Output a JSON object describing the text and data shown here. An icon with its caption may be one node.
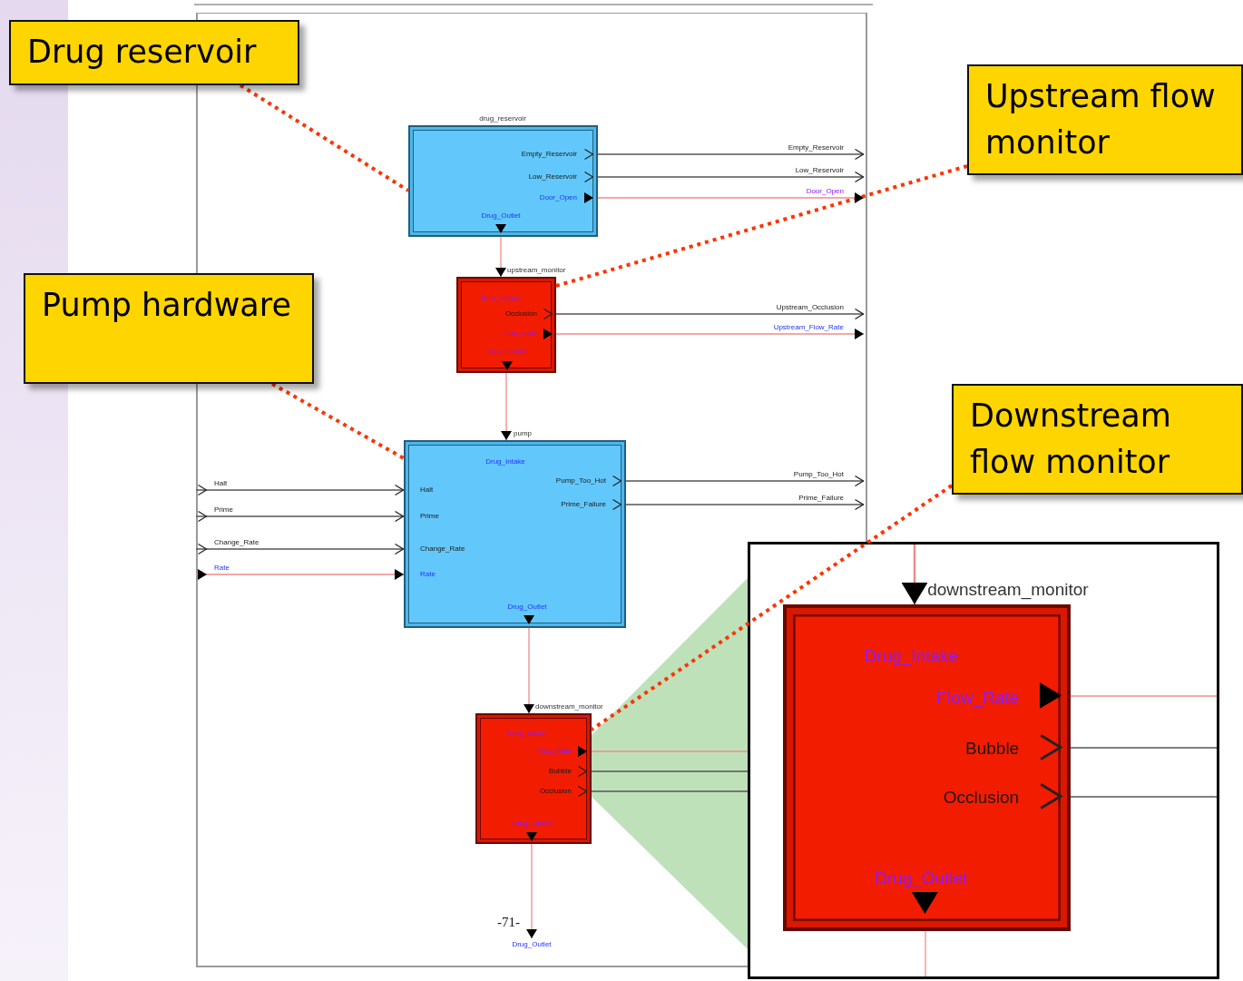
{
  "diagram": {
    "nodes": [
      {
        "text": [
          "Drug reservoir"
        ]
      },
      {
        "text": [
          "Upstream flow monitor"
        ]
      },
      {
        "text": [
          "Pump hardware"
        ]
      },
      {
        "text": [
          "Downstream flow monitor"
        ]
      },
      {
        "text": [
          "drug_reservoir",
          "Empty_Reservoir",
          "Low_Reservoir",
          "Door_Open",
          "Drug_Outlet"
        ]
      },
      {
        "text": [
          "upstream_monitor",
          "Drug_Intake",
          "Occlusion",
          "Flow_Rate",
          "Drug_Outlet"
        ]
      },
      {
        "text": [
          "pump",
          "Drug_Intake",
          "Pump_Too_Hot",
          "Prime_Failure",
          "Halt",
          "Prime",
          "Change_Rate",
          "Rate",
          "Drug_Outlet"
        ]
      },
      {
        "text": [
          "downstream_monitor",
          "Drug_Intake",
          "Flow_Rate",
          "Bubble",
          "Occlusion",
          "Drug_Outlet"
        ]
      },
      {
        "text": [],
        "shape": "box"
      },
      {
        "text": [
          "downstream_monitor",
          "Drug_Intake",
          "Flow_Rate",
          "Bubble",
          "Occlusion",
          "Drug_Outlet"
        ],
        "in": 8
      },
      {
        "text": [
          "Empty_Reservoir"
        ]
      },
      {
        "text": [
          "Low_Reservoir"
        ]
      },
      {
        "text": [
          "Door_Open"
        ]
      },
      {
        "text": [
          "Upstream_Occlusion"
        ]
      },
      {
        "text": [
          "Upstream_Flow_Rate"
        ]
      },
      {
        "text": [
          "Pump_Too_Hot"
        ]
      },
      {
        "text": [
          "Prime_Failure"
        ]
      },
      {
        "text": [
          "Halt"
        ]
      },
      {
        "text": [
          "Prime"
        ]
      },
      {
        "text": [
          "Change_Rate"
        ]
      },
      {
        "text": [
          "Rate"
        ]
      },
      {
        "text": [
          "Drug_Outlet"
        ]
      }
    ],
    "edges": [
      {
        "from": 0,
        "to": 4,
        "arrow": "none",
        "style": "dashed",
        "color": "#ff3300"
      },
      {
        "from": 1,
        "to": 5,
        "arrow": "none",
        "style": "dashed",
        "color": "#ff3300"
      },
      {
        "from": 2,
        "to": 6,
        "arrow": "none",
        "style": "dashed",
        "color": "#ff3300"
      },
      {
        "from": 3,
        "to": 7,
        "arrow": "none",
        "style": "dashed",
        "color": "#ff3300"
      },
      {
        "from": 4,
        "to": 5,
        "arrow": "to",
        "color": "#f28a8a"
      },
      {
        "from": 5,
        "to": 6,
        "arrow": "to",
        "color": "#f28a8a"
      },
      {
        "from": 6,
        "to": 7,
        "arrow": "to",
        "color": "#f28a8a"
      },
      {
        "from": 7,
        "to": 21,
        "arrow": "to",
        "color": "#f28a8a"
      },
      {
        "from": 4,
        "to": 10,
        "arrow": "to"
      },
      {
        "from": 4,
        "to": 11,
        "arrow": "to"
      },
      {
        "from": 4,
        "to": 12,
        "arrow": "to",
        "color": "#f28a8a"
      },
      {
        "from": 5,
        "to": 13,
        "arrow": "to"
      },
      {
        "from": 5,
        "to": 14,
        "arrow": "to",
        "color": "#f28a8a"
      },
      {
        "from": 6,
        "to": 15,
        "arrow": "to"
      },
      {
        "from": 6,
        "to": 16,
        "arrow": "to"
      },
      {
        "from": 17,
        "to": 6,
        "arrow": "to"
      },
      {
        "from": 18,
        "to": 6,
        "arrow": "to"
      },
      {
        "from": 19,
        "to": 6,
        "arrow": "to"
      },
      {
        "from": 20,
        "to": 6,
        "arrow": "to",
        "color": "#f28a8a"
      },
      {
        "from": 7,
        "to": 8,
        "arrow": "none",
        "color": "#f28a8a"
      },
      {
        "from": 7,
        "to": 8,
        "arrow": "none"
      },
      {
        "from": 7,
        "to": 8,
        "arrow": "none"
      },
      {
        "from": null,
        "to": 9,
        "arrow": "to",
        "color": "#f28a8a"
      },
      {
        "from": 9,
        "to": null,
        "arrow": "none",
        "color": "#f28a8a"
      },
      {
        "from": 9,
        "to": null,
        "arrow": "none"
      },
      {
        "from": 9,
        "to": null,
        "arrow": "none"
      },
      {
        "from": 9,
        "to": null,
        "arrow": "none",
        "color": "#f28a8a"
      }
    ],
    "labels": [
      "-71-"
    ]
  }
}
